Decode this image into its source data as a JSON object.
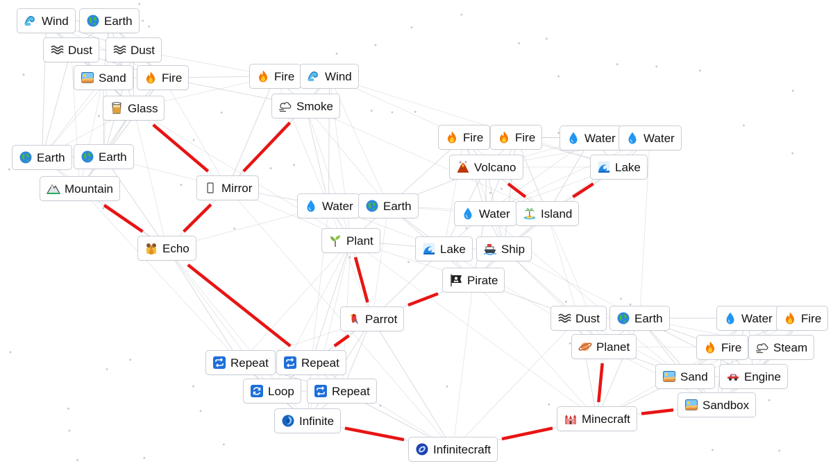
{
  "elements": [
    {
      "id": "wind1",
      "label": "Wind",
      "icon": "wind-icon"
    },
    {
      "id": "earth1",
      "label": "Earth",
      "icon": "earth-icon"
    },
    {
      "id": "dust1",
      "label": "Dust",
      "icon": "dust-icon"
    },
    {
      "id": "dust2",
      "label": "Dust",
      "icon": "dust-icon"
    },
    {
      "id": "sand1",
      "label": "Sand",
      "icon": "sand-icon"
    },
    {
      "id": "fire1",
      "label": "Fire",
      "icon": "fire-icon"
    },
    {
      "id": "fire2",
      "label": "Fire",
      "icon": "fire-icon"
    },
    {
      "id": "wind2",
      "label": "Wind",
      "icon": "wind-icon"
    },
    {
      "id": "glass",
      "label": "Glass",
      "icon": "glass-icon"
    },
    {
      "id": "smoke",
      "label": "Smoke",
      "icon": "smoke-icon"
    },
    {
      "id": "earth2",
      "label": "Earth",
      "icon": "earth-icon"
    },
    {
      "id": "earth3",
      "label": "Earth",
      "icon": "earth-icon"
    },
    {
      "id": "mountain",
      "label": "Mountain",
      "icon": "mountain-icon"
    },
    {
      "id": "mirror",
      "label": "Mirror",
      "icon": "mirror-icon"
    },
    {
      "id": "echo",
      "label": "Echo",
      "icon": "echo-icon"
    },
    {
      "id": "fire3",
      "label": "Fire",
      "icon": "fire-icon"
    },
    {
      "id": "fire4",
      "label": "Fire",
      "icon": "fire-icon"
    },
    {
      "id": "water1",
      "label": "Water",
      "icon": "water-icon"
    },
    {
      "id": "water2",
      "label": "Water",
      "icon": "water-icon"
    },
    {
      "id": "volcano",
      "label": "Volcano",
      "icon": "volcano-icon"
    },
    {
      "id": "lake1",
      "label": "Lake",
      "icon": "lake-icon"
    },
    {
      "id": "water3",
      "label": "Water",
      "icon": "water-icon"
    },
    {
      "id": "earth4",
      "label": "Earth",
      "icon": "earth-icon"
    },
    {
      "id": "water4",
      "label": "Water",
      "icon": "water-icon"
    },
    {
      "id": "island",
      "label": "Island",
      "icon": "island-icon"
    },
    {
      "id": "plant",
      "label": "Plant",
      "icon": "plant-icon"
    },
    {
      "id": "lake2",
      "label": "Lake",
      "icon": "lake-icon"
    },
    {
      "id": "ship",
      "label": "Ship",
      "icon": "ship-icon"
    },
    {
      "id": "pirate",
      "label": "Pirate",
      "icon": "pirate-flag-icon"
    },
    {
      "id": "parrot",
      "label": "Parrot",
      "icon": "parrot-icon"
    },
    {
      "id": "dust3",
      "label": "Dust",
      "icon": "dust-icon"
    },
    {
      "id": "earth5",
      "label": "Earth",
      "icon": "earth-icon"
    },
    {
      "id": "water5",
      "label": "Water",
      "icon": "water-icon"
    },
    {
      "id": "fire5",
      "label": "Fire",
      "icon": "fire-icon"
    },
    {
      "id": "planet",
      "label": "Planet",
      "icon": "planet-icon"
    },
    {
      "id": "fire6",
      "label": "Fire",
      "icon": "fire-icon"
    },
    {
      "id": "steam",
      "label": "Steam",
      "icon": "steam-icon"
    },
    {
      "id": "repeat1",
      "label": "Repeat",
      "icon": "repeat-icon"
    },
    {
      "id": "repeat2",
      "label": "Repeat",
      "icon": "repeat-icon"
    },
    {
      "id": "sand2",
      "label": "Sand",
      "icon": "sand-icon"
    },
    {
      "id": "engine",
      "label": "Engine",
      "icon": "car-icon"
    },
    {
      "id": "loop",
      "label": "Loop",
      "icon": "loop-icon"
    },
    {
      "id": "repeat3",
      "label": "Repeat",
      "icon": "repeat-icon"
    },
    {
      "id": "sandbox",
      "label": "Sandbox",
      "icon": "sandbox-icon"
    },
    {
      "id": "infinite",
      "label": "Infinite",
      "icon": "infinite-icon"
    },
    {
      "id": "minecraft",
      "label": "Minecraft",
      "icon": "castle-icon"
    },
    {
      "id": "infinitecraft",
      "label": "Infinitecraft",
      "icon": "infinitecraft-icon"
    }
  ],
  "highlight_path": [
    [
      "glass",
      "mirror"
    ],
    [
      "smoke",
      "mirror"
    ],
    [
      "mountain",
      "echo"
    ],
    [
      "mirror",
      "echo"
    ],
    [
      "echo",
      "repeat2"
    ],
    [
      "parrot",
      "repeat2"
    ],
    [
      "plant",
      "parrot"
    ],
    [
      "pirate",
      "parrot"
    ],
    [
      "volcano",
      "island"
    ],
    [
      "lake1",
      "island"
    ],
    [
      "planet",
      "minecraft"
    ],
    [
      "sandbox",
      "minecraft"
    ],
    [
      "infinite",
      "infinitecraft"
    ],
    [
      "minecraft",
      "infinitecraft"
    ]
  ],
  "colors": {
    "highlight": "#e81414",
    "faint_line": "#c8ccd2",
    "background": "#ffffff"
  }
}
